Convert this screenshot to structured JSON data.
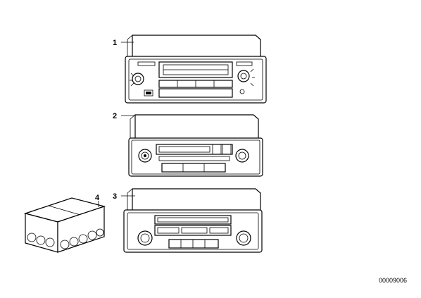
{
  "callouts": [
    {
      "label": "1"
    },
    {
      "label": "2"
    },
    {
      "label": "3"
    },
    {
      "label": "4"
    }
  ],
  "drawing_code": "00009006"
}
